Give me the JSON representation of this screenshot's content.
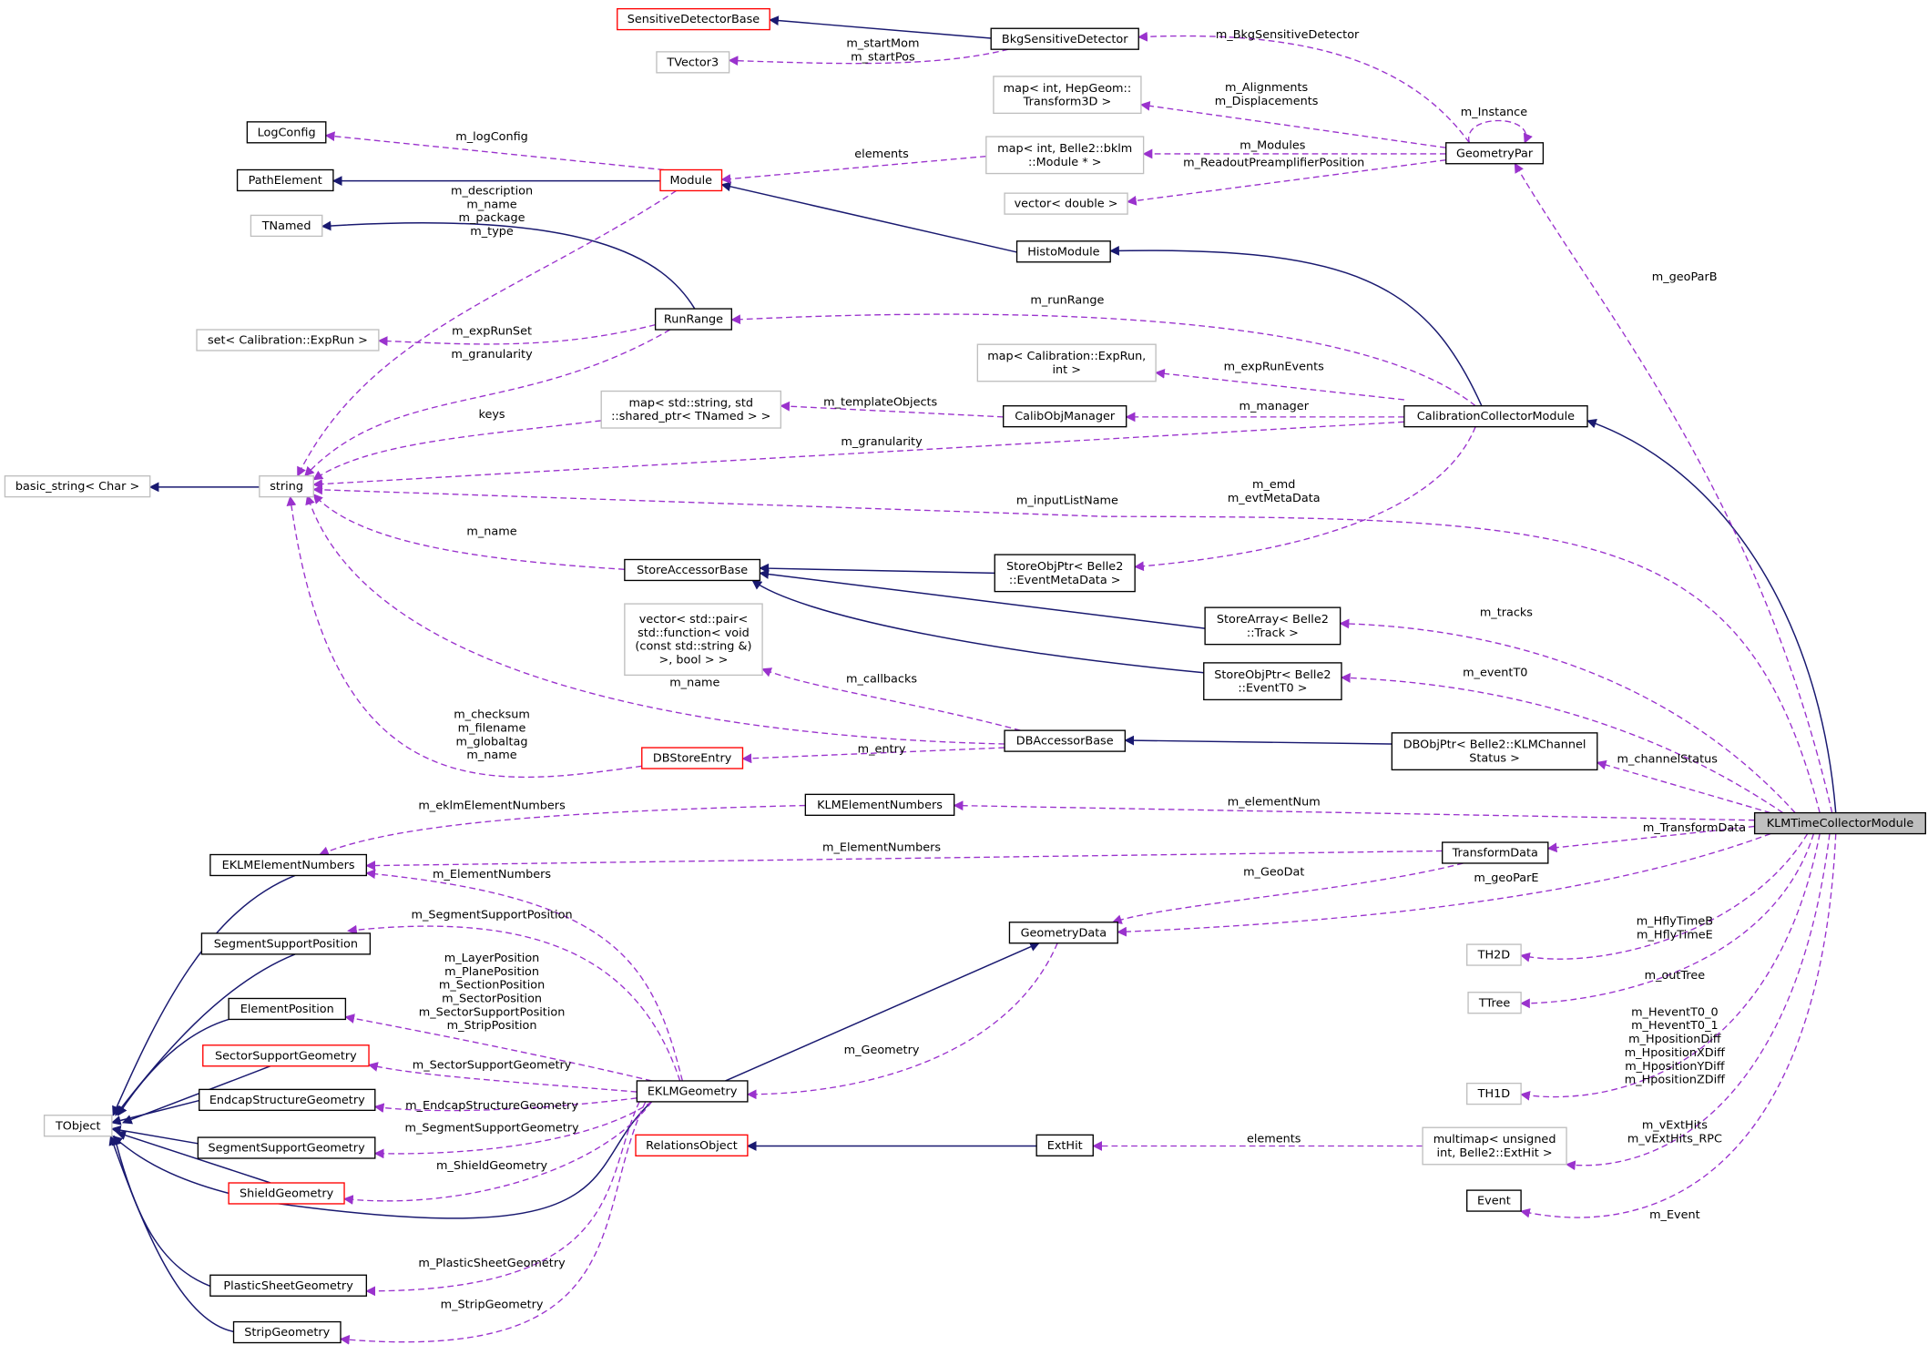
{
  "title": "KLMTimeCollectorModule collaboration diagram",
  "colors": {
    "inheritance": "#191970",
    "usage": "#9a32cd",
    "highlight": "#bfbfbf",
    "documented": "#000000",
    "undocumented": "#ff0000",
    "external": "#bfbfbf"
  },
  "nodes": [
    {
      "id": "SensitiveDetectorBase",
      "lines": [
        "SensitiveDetectorBase"
      ]
    },
    {
      "id": "BkgSensitiveDetector",
      "lines": [
        "BkgSensitiveDetector"
      ]
    },
    {
      "id": "TVector3",
      "lines": [
        "TVector3"
      ]
    },
    {
      "id": "LogConfig",
      "lines": [
        "LogConfig"
      ]
    },
    {
      "id": "PathElement",
      "lines": [
        "PathElement"
      ]
    },
    {
      "id": "Module",
      "lines": [
        "Module"
      ]
    },
    {
      "id": "TNamed",
      "lines": [
        "TNamed"
      ]
    },
    {
      "id": "mapTransform3D",
      "lines": [
        "map< int, HepGeom::",
        "Transform3D >"
      ]
    },
    {
      "id": "mapBklmModule",
      "lines": [
        "map< int, Belle2::bklm",
        "::Module * >"
      ]
    },
    {
      "id": "vectorDouble",
      "lines": [
        "vector< double >"
      ]
    },
    {
      "id": "GeometryPar",
      "lines": [
        "GeometryPar"
      ]
    },
    {
      "id": "HistoModule",
      "lines": [
        "HistoModule"
      ]
    },
    {
      "id": "RunRange",
      "lines": [
        "RunRange"
      ]
    },
    {
      "id": "setExpRun",
      "lines": [
        "set< Calibration::ExpRun >"
      ]
    },
    {
      "id": "mapExpRunInt",
      "lines": [
        "map< Calibration::ExpRun,",
        "int >"
      ]
    },
    {
      "id": "mapStringTNamed",
      "lines": [
        "map< std::string, std",
        "::shared_ptr< TNamed > >"
      ]
    },
    {
      "id": "CalibObjManager",
      "lines": [
        "CalibObjManager"
      ]
    },
    {
      "id": "CalibrationCollectorModule",
      "lines": [
        "CalibrationCollectorModule"
      ]
    },
    {
      "id": "basicString",
      "lines": [
        "basic_string< Char >"
      ]
    },
    {
      "id": "string",
      "lines": [
        "string"
      ]
    },
    {
      "id": "StoreAccessorBase",
      "lines": [
        "StoreAccessorBase"
      ]
    },
    {
      "id": "StoreObjPtrEventMetaData",
      "lines": [
        "StoreObjPtr< Belle2",
        "::EventMetaData >"
      ]
    },
    {
      "id": "vectorPairFunction",
      "lines": [
        "vector< std::pair<",
        "std::function< void",
        "(const std::string &)",
        ">, bool > >"
      ]
    },
    {
      "id": "StoreArrayTrack",
      "lines": [
        "StoreArray< Belle2",
        "::Track >"
      ]
    },
    {
      "id": "StoreObjPtrEventT0",
      "lines": [
        "StoreObjPtr< Belle2",
        "::EventT0 >"
      ]
    },
    {
      "id": "DBAccessorBase",
      "lines": [
        "DBAccessorBase"
      ]
    },
    {
      "id": "DBObjPtrKLMChannelStatus",
      "lines": [
        "DBObjPtr< Belle2::KLMChannel",
        "Status >"
      ]
    },
    {
      "id": "DBStoreEntry",
      "lines": [
        "DBStoreEntry"
      ]
    },
    {
      "id": "KLMElementNumbers",
      "lines": [
        "KLMElementNumbers"
      ]
    },
    {
      "id": "KLMTimeCollectorModule",
      "lines": [
        "KLMTimeCollectorModule"
      ]
    },
    {
      "id": "EKLMElementNumbers",
      "lines": [
        "EKLMElementNumbers"
      ]
    },
    {
      "id": "TransformData",
      "lines": [
        "TransformData"
      ]
    },
    {
      "id": "GeometryData",
      "lines": [
        "GeometryData"
      ]
    },
    {
      "id": "TH2D",
      "lines": [
        "TH2D"
      ]
    },
    {
      "id": "SegmentSupportPosition",
      "lines": [
        "SegmentSupportPosition"
      ]
    },
    {
      "id": "TTree",
      "lines": [
        "TTree"
      ]
    },
    {
      "id": "ElementPosition",
      "lines": [
        "ElementPosition"
      ]
    },
    {
      "id": "SectorSupportGeometry",
      "lines": [
        "SectorSupportGeometry"
      ]
    },
    {
      "id": "EKLMGeometry",
      "lines": [
        "EKLMGeometry"
      ]
    },
    {
      "id": "TH1D",
      "lines": [
        "TH1D"
      ]
    },
    {
      "id": "EndcapStructureGeometry",
      "lines": [
        "EndcapStructureGeometry"
      ]
    },
    {
      "id": "TObject",
      "lines": [
        "TObject"
      ]
    },
    {
      "id": "SegmentSupportGeometry",
      "lines": [
        "SegmentSupportGeometry"
      ]
    },
    {
      "id": "RelationsObject",
      "lines": [
        "RelationsObject"
      ]
    },
    {
      "id": "ExtHit",
      "lines": [
        "ExtHit"
      ]
    },
    {
      "id": "multimapExtHit",
      "lines": [
        "multimap< unsigned",
        "int, Belle2::ExtHit >"
      ]
    },
    {
      "id": "ShieldGeometry",
      "lines": [
        "ShieldGeometry"
      ]
    },
    {
      "id": "Event",
      "lines": [
        "Event"
      ]
    },
    {
      "id": "PlasticSheetGeometry",
      "lines": [
        "PlasticSheetGeometry"
      ]
    },
    {
      "id": "StripGeometry",
      "lines": [
        "StripGeometry"
      ]
    }
  ],
  "edges": [
    {
      "type": "inheritance",
      "from": "BkgSensitiveDetector",
      "to": "SensitiveDetectorBase",
      "label": []
    },
    {
      "type": "inheritance",
      "from": "Module",
      "to": "PathElement",
      "label": []
    },
    {
      "type": "inheritance",
      "from": "RunRange",
      "to": "TNamed",
      "label": []
    },
    {
      "type": "inheritance",
      "from": "HistoModule",
      "to": "Module",
      "label": []
    },
    {
      "type": "inheritance",
      "from": "CalibrationCollectorModule",
      "to": "HistoModule",
      "label": []
    },
    {
      "type": "inheritance",
      "from": "KLMTimeCollectorModule",
      "to": "CalibrationCollectorModule",
      "label": []
    },
    {
      "type": "inheritance",
      "from": "string",
      "to": "basicString",
      "label": []
    },
    {
      "type": "inheritance",
      "from": "StoreObjPtrEventMetaData",
      "to": "StoreAccessorBase",
      "label": []
    },
    {
      "type": "inheritance",
      "from": "StoreArrayTrack",
      "to": "StoreAccessorBase",
      "label": []
    },
    {
      "type": "inheritance",
      "from": "StoreObjPtrEventT0",
      "to": "StoreAccessorBase",
      "label": []
    },
    {
      "type": "inheritance",
      "from": "DBObjPtrKLMChannelStatus",
      "to": "DBAccessorBase",
      "label": []
    },
    {
      "type": "inheritance",
      "from": "EKLMGeometry",
      "to": "GeometryData",
      "label": []
    },
    {
      "type": "inheritance",
      "from": "ExtHit",
      "to": "RelationsObject",
      "label": []
    },
    {
      "type": "inheritance",
      "from": "EKLMElementNumbers",
      "to": "TObject",
      "label": []
    },
    {
      "type": "inheritance",
      "from": "SegmentSupportPosition",
      "to": "TObject",
      "label": []
    },
    {
      "type": "inheritance",
      "from": "ElementPosition",
      "to": "TObject",
      "label": []
    },
    {
      "type": "inheritance",
      "from": "SectorSupportGeometry",
      "to": "TObject",
      "label": []
    },
    {
      "type": "inheritance",
      "from": "EndcapStructureGeometry",
      "to": "TObject",
      "label": []
    },
    {
      "type": "inheritance",
      "from": "SegmentSupportGeometry",
      "to": "TObject",
      "label": []
    },
    {
      "type": "inheritance",
      "from": "ShieldGeometry",
      "to": "TObject",
      "label": []
    },
    {
      "type": "inheritance",
      "from": "PlasticSheetGeometry",
      "to": "TObject",
      "label": []
    },
    {
      "type": "inheritance",
      "from": "StripGeometry",
      "to": "TObject",
      "label": []
    },
    {
      "type": "inheritance",
      "from": "EKLMGeometry",
      "to": "TObject",
      "label": []
    },
    {
      "type": "usage",
      "from": "BkgSensitiveDetector",
      "to": "TVector3",
      "label": [
        "m_startMom",
        "m_startPos"
      ]
    },
    {
      "type": "usage",
      "from": "GeometryPar",
      "to": "BkgSensitiveDetector",
      "label": [
        "m_BkgSensitiveDetector"
      ]
    },
    {
      "type": "usage",
      "from": "GeometryPar",
      "to": "mapTransform3D",
      "label": [
        "m_Alignments",
        "m_Displacements"
      ]
    },
    {
      "type": "usage",
      "from": "GeometryPar",
      "to": "GeometryPar",
      "label": [
        "m_Instance"
      ]
    },
    {
      "type": "usage",
      "from": "GeometryPar",
      "to": "mapBklmModule",
      "label": [
        "m_Modules"
      ]
    },
    {
      "type": "usage",
      "from": "GeometryPar",
      "to": "vectorDouble",
      "label": [
        "m_ReadoutPreamplifierPosition"
      ]
    },
    {
      "type": "usage",
      "from": "Module",
      "to": "LogConfig",
      "label": [
        "m_logConfig"
      ]
    },
    {
      "type": "usage",
      "from": "mapBklmModule",
      "to": "Module",
      "label": [
        "elements"
      ]
    },
    {
      "type": "usage",
      "from": "Module",
      "to": "string",
      "label": [
        "m_description",
        "m_name",
        "m_package",
        "m_type"
      ]
    },
    {
      "type": "usage",
      "from": "RunRange",
      "to": "setExpRun",
      "label": [
        "m_expRunSet"
      ]
    },
    {
      "type": "usage",
      "from": "RunRange",
      "to": "string",
      "label": [
        "m_granularity"
      ]
    },
    {
      "type": "usage",
      "from": "CalibrationCollectorModule",
      "to": "RunRange",
      "label": [
        "m_runRange"
      ]
    },
    {
      "type": "usage",
      "from": "CalibrationCollectorModule",
      "to": "mapExpRunInt",
      "label": [
        "m_expRunEvents"
      ]
    },
    {
      "type": "usage",
      "from": "CalibrationCollectorModule",
      "to": "CalibObjManager",
      "label": [
        "m_manager"
      ]
    },
    {
      "type": "usage",
      "from": "CalibObjManager",
      "to": "mapStringTNamed",
      "label": [
        "m_templateObjects"
      ]
    },
    {
      "type": "usage",
      "from": "mapStringTNamed",
      "to": "string",
      "label": [
        "keys"
      ]
    },
    {
      "type": "usage",
      "from": "CalibrationCollectorModule",
      "to": "string",
      "label": [
        "m_granularity"
      ]
    },
    {
      "type": "usage",
      "from": "CalibrationCollectorModule",
      "to": "StoreObjPtrEventMetaData",
      "label": [
        "m_emd",
        "m_evtMetaData"
      ]
    },
    {
      "type": "usage",
      "from": "KLMTimeCollectorModule",
      "to": "string",
      "label": [
        "m_inputListName"
      ]
    },
    {
      "type": "usage",
      "from": "StoreAccessorBase",
      "to": "string",
      "label": [
        "m_name"
      ]
    },
    {
      "type": "usage",
      "from": "KLMTimeCollectorModule",
      "to": "StoreArrayTrack",
      "label": [
        "m_tracks"
      ]
    },
    {
      "type": "usage",
      "from": "KLMTimeCollectorModule",
      "to": "StoreObjPtrEventT0",
      "label": [
        "m_eventT0"
      ]
    },
    {
      "type": "usage",
      "from": "KLMTimeCollectorModule",
      "to": "DBObjPtrKLMChannelStatus",
      "label": [
        "m_channelStatus"
      ]
    },
    {
      "type": "usage",
      "from": "DBAccessorBase",
      "to": "vectorPairFunction",
      "label": [
        "m_callbacks"
      ]
    },
    {
      "type": "usage",
      "from": "DBAccessorBase",
      "to": "string",
      "label": [
        "m_name"
      ]
    },
    {
      "type": "usage",
      "from": "DBAccessorBase",
      "to": "DBStoreEntry",
      "label": [
        "m_entry"
      ]
    },
    {
      "type": "usage",
      "from": "DBStoreEntry",
      "to": "string",
      "label": [
        "m_checksum",
        "m_filename",
        "m_globaltag",
        "m_name"
      ]
    },
    {
      "type": "usage",
      "from": "KLMTimeCollectorModule",
      "to": "KLMElementNumbers",
      "label": [
        "m_elementNum"
      ]
    },
    {
      "type": "usage",
      "from": "KLMElementNumbers",
      "to": "EKLMElementNumbers",
      "label": [
        "m_eklmElementNumbers"
      ]
    },
    {
      "type": "usage",
      "from": "KLMTimeCollectorModule",
      "to": "TransformData",
      "label": [
        "m_TransformData"
      ]
    },
    {
      "type": "usage",
      "from": "TransformData",
      "to": "EKLMElementNumbers",
      "label": [
        "m_ElementNumbers"
      ]
    },
    {
      "type": "usage",
      "from": "TransformData",
      "to": "GeometryData",
      "label": [
        "m_GeoDat"
      ]
    },
    {
      "type": "usage",
      "from": "KLMTimeCollectorModule",
      "to": "GeometryData",
      "label": [
        "m_geoParE"
      ]
    },
    {
      "type": "usage",
      "from": "KLMTimeCollectorModule",
      "to": "GeometryPar",
      "label": [
        "m_geoParB"
      ]
    },
    {
      "type": "usage",
      "from": "KLMTimeCollectorModule",
      "to": "TH2D",
      "label": [
        "m_HflyTimeB",
        "m_HflyTimeE"
      ]
    },
    {
      "type": "usage",
      "from": "KLMTimeCollectorModule",
      "to": "TTree",
      "label": [
        "m_outTree"
      ]
    },
    {
      "type": "usage",
      "from": "KLMTimeCollectorModule",
      "to": "TH1D",
      "label": [
        "m_HeventT0_0",
        "m_HeventT0_1",
        "m_HpositionDiff",
        "m_HpositionXDiff",
        "m_HpositionYDiff",
        "m_HpositionZDiff"
      ]
    },
    {
      "type": "usage",
      "from": "KLMTimeCollectorModule",
      "to": "multimapExtHit",
      "label": [
        "m_vExtHits",
        "m_vExtHits_RPC"
      ]
    },
    {
      "type": "usage",
      "from": "KLMTimeCollectorModule",
      "to": "Event",
      "label": [
        "m_Event"
      ]
    },
    {
      "type": "usage",
      "from": "multimapExtHit",
      "to": "ExtHit",
      "label": [
        "elements"
      ]
    },
    {
      "type": "usage",
      "from": "GeometryData",
      "to": "EKLMGeometry",
      "label": [
        "m_Geometry"
      ]
    },
    {
      "type": "usage",
      "from": "EKLMGeometry",
      "to": "EKLMElementNumbers",
      "label": [
        "m_ElementNumbers"
      ]
    },
    {
      "type": "usage",
      "from": "EKLMGeometry",
      "to": "SegmentSupportPosition",
      "label": [
        "m_SegmentSupportPosition"
      ]
    },
    {
      "type": "usage",
      "from": "EKLMGeometry",
      "to": "ElementPosition",
      "label": [
        "m_LayerPosition",
        "m_PlanePosition",
        "m_SectionPosition",
        "m_SectorPosition",
        "m_SectorSupportPosition",
        "m_StripPosition"
      ]
    },
    {
      "type": "usage",
      "from": "EKLMGeometry",
      "to": "SectorSupportGeometry",
      "label": [
        "m_SectorSupportGeometry"
      ]
    },
    {
      "type": "usage",
      "from": "EKLMGeometry",
      "to": "EndcapStructureGeometry",
      "label": [
        "m_EndcapStructureGeometry"
      ]
    },
    {
      "type": "usage",
      "from": "EKLMGeometry",
      "to": "SegmentSupportGeometry",
      "label": [
        "m_SegmentSupportGeometry"
      ]
    },
    {
      "type": "usage",
      "from": "EKLMGeometry",
      "to": "ShieldGeometry",
      "label": [
        "m_ShieldGeometry"
      ]
    },
    {
      "type": "usage",
      "from": "EKLMGeometry",
      "to": "PlasticSheetGeometry",
      "label": [
        "m_PlasticSheetGeometry"
      ]
    },
    {
      "type": "usage",
      "from": "EKLMGeometry",
      "to": "StripGeometry",
      "label": [
        "m_StripGeometry"
      ]
    }
  ]
}
